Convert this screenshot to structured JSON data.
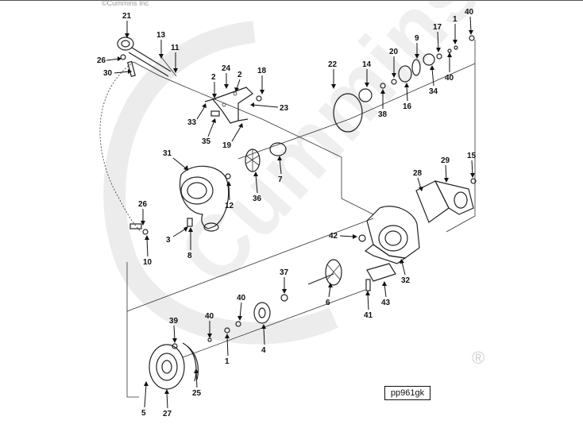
{
  "copyright": "©Cummins Inc",
  "watermark": "Cummins",
  "registered_mark": "®",
  "reference_code": "pp961gk",
  "callouts": [
    {
      "label": "21"
    },
    {
      "label": "13"
    },
    {
      "label": "11"
    },
    {
      "label": "26"
    },
    {
      "label": "30"
    },
    {
      "label": "24"
    },
    {
      "label": "2"
    },
    {
      "label": "2"
    },
    {
      "label": "18"
    },
    {
      "label": "33"
    },
    {
      "label": "23"
    },
    {
      "label": "35"
    },
    {
      "label": "19"
    },
    {
      "label": "22"
    },
    {
      "label": "14"
    },
    {
      "label": "38"
    },
    {
      "label": "20"
    },
    {
      "label": "16"
    },
    {
      "label": "9"
    },
    {
      "label": "34"
    },
    {
      "label": "17"
    },
    {
      "label": "40"
    },
    {
      "label": "1"
    },
    {
      "label": "40"
    },
    {
      "label": "31"
    },
    {
      "label": "12"
    },
    {
      "label": "36"
    },
    {
      "label": "7"
    },
    {
      "label": "26"
    },
    {
      "label": "3"
    },
    {
      "label": "8"
    },
    {
      "label": "10"
    },
    {
      "label": "28"
    },
    {
      "label": "29"
    },
    {
      "label": "15"
    },
    {
      "label": "42"
    },
    {
      "label": "32"
    },
    {
      "label": "37"
    },
    {
      "label": "6"
    },
    {
      "label": "43"
    },
    {
      "label": "41"
    },
    {
      "label": "40"
    },
    {
      "label": "4"
    },
    {
      "label": "39"
    },
    {
      "label": "40"
    },
    {
      "label": "1"
    },
    {
      "label": "5"
    },
    {
      "label": "27"
    },
    {
      "label": "25"
    }
  ]
}
